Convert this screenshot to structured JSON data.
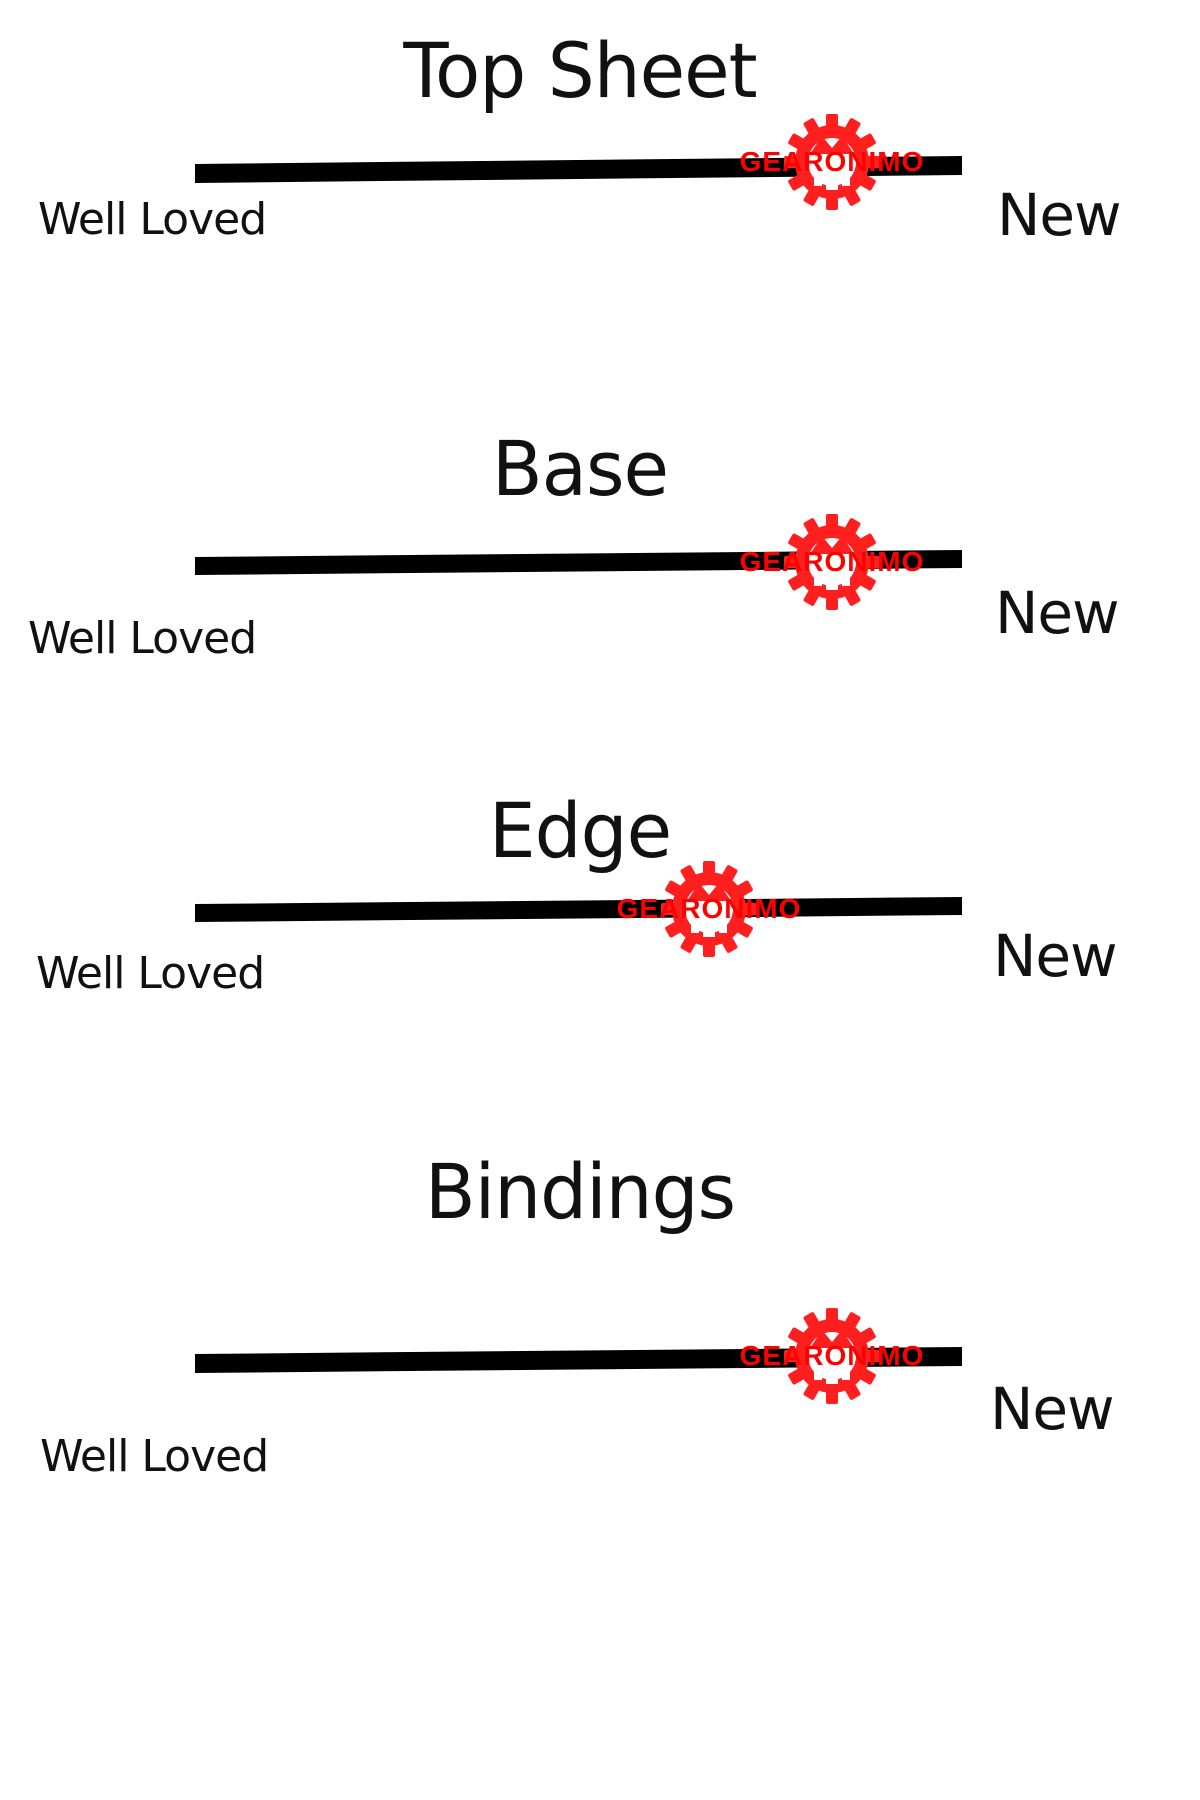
{
  "colors": {
    "bar": "#000000",
    "marker": "#ff1f1f",
    "text": "#111111"
  },
  "labels": {
    "left": "Well Loved",
    "right": "New",
    "marker_brand": "GEARONIMO"
  },
  "sections": [
    {
      "title": "Top Sheet",
      "rating": 0.83
    },
    {
      "title": "Base",
      "rating": 0.83
    },
    {
      "title": "Edge",
      "rating": 0.67
    },
    {
      "title": "Bindings",
      "rating": 0.83
    }
  ]
}
